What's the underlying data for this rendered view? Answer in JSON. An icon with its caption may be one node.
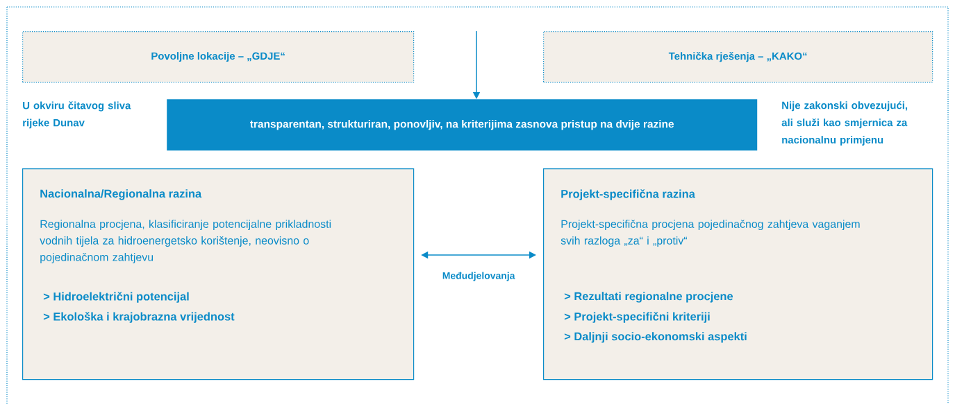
{
  "diagram": {
    "nodes": [
      {
        "text": [
          "Povoljne lokacije – „GDJE“"
        ]
      },
      {
        "text": [
          "Tehnička rješenja – „KAKO“"
        ]
      },
      {
        "text": [
          "transparentan, strukturiran, ponovljiv, na kriterijima zasnova pristup na dvije razine"
        ]
      },
      {
        "text": [
          "Nacionalna/Regionalna razina",
          "Regionalna procjena, klasificiranje potencijalne prikladnosti vodnih tijela za hidroenergetsko korištenje, neovisno o pojedinačnom zahtjevu",
          "> Hidroelektrični potencijal",
          "> Ekološka i krajobrazna vrijednost"
        ]
      },
      {
        "text": [
          "Projekt-specifična razina",
          "Projekt-specifična procjena pojedinačnog zahtjeva vaganjem svih razloga „za“ i „protiv“",
          "> Rezultati regionalne procjene",
          "> Projekt-specifični kriteriji",
          "> Daljnji socio-ekonomski aspekti"
        ]
      }
    ],
    "edges": [
      {
        "from": null,
        "to": 2,
        "arrow": "to"
      },
      {
        "from": 3,
        "to": 4,
        "arrow": "both",
        "label": "Međudjelovanja"
      }
    ],
    "labels": [
      "U okviru čitavog sliva rijeke Dunav",
      "Nije zakonski obvezujući, ali služi kao smjernica za nacionalnu primjenu"
    ]
  }
}
